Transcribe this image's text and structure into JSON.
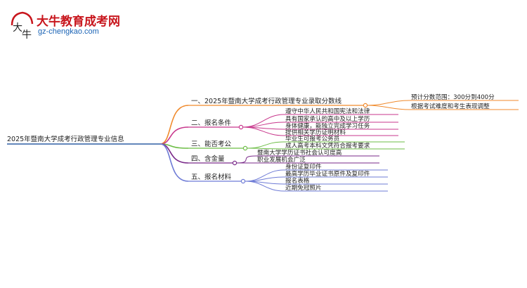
{
  "logo": {
    "title": "大牛教育成考网",
    "url": "gz-chengkao.com",
    "mark": "大牛"
  },
  "colors": {
    "root_line": "#2e5fa3",
    "branch1": "#f08a2c",
    "branch2": "#c8378c",
    "branch3": "#6cbd45",
    "branch4": "#7a2a8a",
    "branch5": "#6e7bd6"
  },
  "mindmap": {
    "root": "2025年暨南大学成考行政管理专业信息",
    "branches": [
      {
        "label": "一、2025年暨南大学成考行政管理专业录取分数线",
        "children": [
          "预计分数范围：300分到400分",
          "根据考试难度和考生表现调整"
        ]
      },
      {
        "label": "二、报名条件",
        "children": [
          "遵守中华人民共和国宪法和法律",
          "具有国家承认的高中及以上学历",
          "身体健康，能独立完成学习任务",
          "提供相关学历证明材料"
        ]
      },
      {
        "label": "三、能否考公",
        "children": [
          "毕业生可报考公务员",
          "成人高考本科文凭符合报考要求"
        ]
      },
      {
        "label": "四、含金量",
        "children": [
          "暨南大学学历证书社会认可度高",
          "职业发展机会广泛"
        ]
      },
      {
        "label": "五、报名材料",
        "children": [
          "身份证复印件",
          "最高学历毕业证书原件及复印件",
          "报名表格",
          "近期免冠照片"
        ]
      }
    ]
  }
}
